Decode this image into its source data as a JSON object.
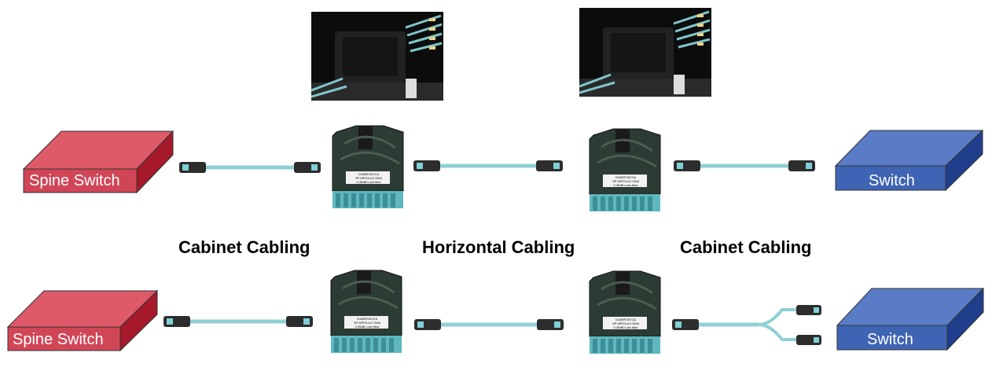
{
  "diagram": {
    "rows": [
      {
        "left_device": "Spine Switch",
        "right_device": "Switch",
        "right_cable": "straight"
      },
      {
        "left_device": "Spine Switch",
        "right_device": "Switch",
        "right_cable": "breakout"
      }
    ],
    "sections": [
      "Cabinet Cabling",
      "Horizontal Cabling",
      "Cabinet Cabling"
    ],
    "cassette_label_lines": [
      "O1M5FO87CA",
      "SP MPO1x12 OM4",
      "0.35dB Loss Max"
    ],
    "icons": {
      "left_device": "spine-switch-box-icon",
      "right_device": "switch-box-icon",
      "cassette": "mpo-cassette-icon",
      "photo": "patch-panel-photo"
    },
    "colors": {
      "spine_front": "#d04656",
      "spine_top": "#df5a68",
      "spine_side": "#a5192b",
      "switch_front": "#3f64b4",
      "switch_top": "#5a7cc6",
      "switch_side": "#1f3e8c",
      "cable": "#8fd0d4",
      "connector": "#2d2d2d"
    }
  }
}
